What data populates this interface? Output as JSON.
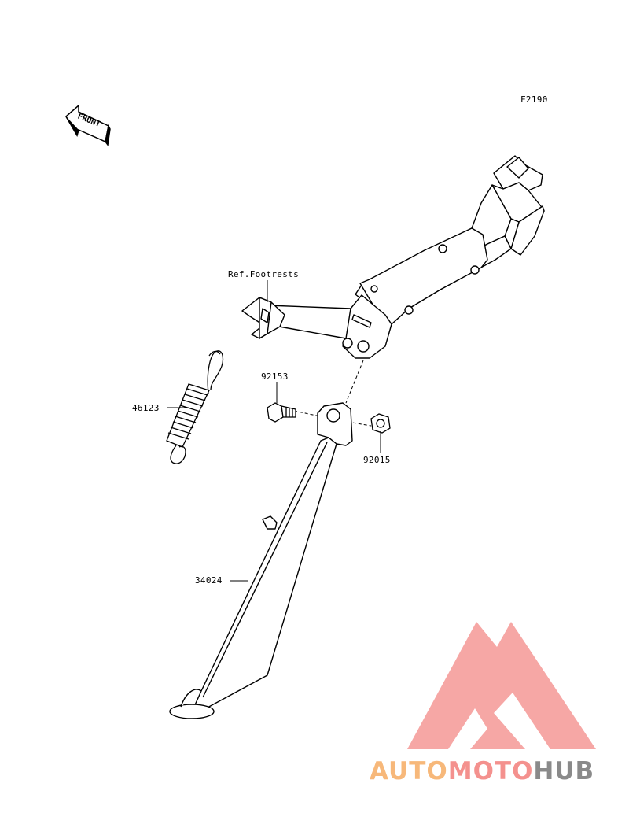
{
  "diagram": {
    "code": "F2190",
    "front_label": "FRONT",
    "ref_label": "Ref.Footrests",
    "parts": [
      {
        "number": "92153"
      },
      {
        "number": "46123"
      },
      {
        "number": "92015"
      },
      {
        "number": "34024"
      }
    ]
  },
  "watermark": {
    "part1": "AUTO",
    "part2": "MOTO",
    "part3": "HUB",
    "colors": {
      "auto": "#f7b87a",
      "moto": "#f4918e",
      "hub": "#8a8a8a",
      "triangle": "#f4918e"
    }
  }
}
